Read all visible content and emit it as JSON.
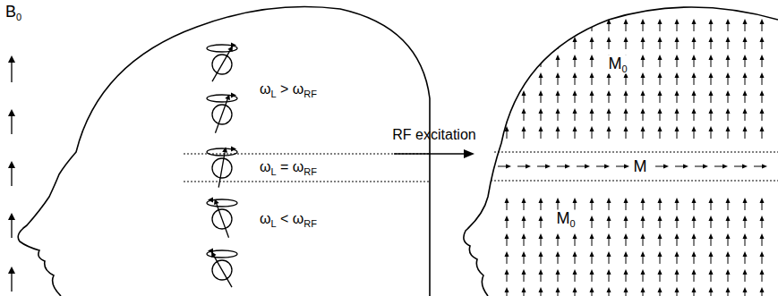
{
  "diagram": {
    "labels": [
      "B0",
      "ωL > ωRF",
      "ωL = ωRF",
      "ωL < ωRF",
      "RF excitation",
      "M0",
      "M",
      "M0"
    ]
  }
}
